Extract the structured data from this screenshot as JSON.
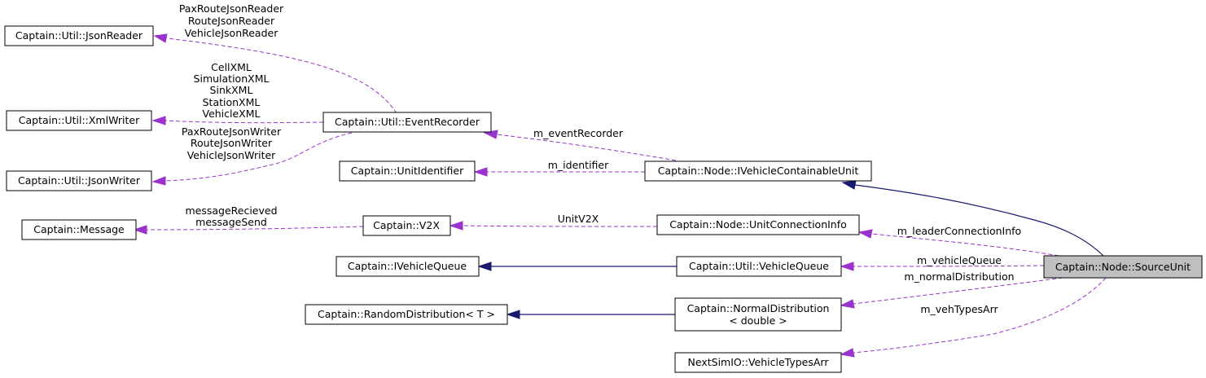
{
  "nodes": {
    "json_reader": "Captain::Util::JsonReader",
    "xml_writer": "Captain::Util::XmlWriter",
    "json_writer": "Captain::Util::JsonWriter",
    "message": "Captain::Message",
    "ivehicle_queue": "Captain::IVehicleQueue",
    "random_distribution": "Captain::RandomDistribution< T >",
    "event_recorder": "Captain::Util::EventRecorder",
    "unit_identifier": "Captain::UnitIdentifier",
    "v2x": "Captain::V2X",
    "ivehicle_containable_unit": "Captain::Node::IVehicleContainableUnit",
    "unit_connection_info": "Captain::Node::UnitConnectionInfo",
    "vehicle_queue": "Captain::Util::VehicleQueue",
    "normal_distribution_line1": "Captain::NormalDistribution",
    "normal_distribution_line2": "< double >",
    "vehicle_types_arr": "NextSimIO::VehicleTypesArr",
    "source_unit": "Captain::Node::SourceUnit"
  },
  "edge_labels": {
    "json_reader": [
      "PaxRouteJsonReader",
      "RouteJsonReader",
      "VehicleJsonReader"
    ],
    "xml_writer": [
      "CellXML",
      "SimulationXML",
      "SinkXML",
      "StationXML",
      "VehicleXML"
    ],
    "json_writer": [
      "PaxRouteJsonWriter",
      "RouteJsonWriter",
      "VehicleJsonWriter"
    ],
    "message": [
      "messageRecieved",
      "messageSend"
    ],
    "event_recorder": "m_eventRecorder",
    "identifier": "m_identifier",
    "v2x": "UnitV2X",
    "leader_connection": "m_leaderConnectionInfo",
    "vehicle_queue": "m_vehicleQueue",
    "normal_distribution": "m_normalDistribution",
    "veh_types_arr": "m_vehTypesArr"
  },
  "colors": {
    "usage_edge": "#9a32cd",
    "inheritance_edge": "#191970",
    "focus_node_fill": "#bfbfbf"
  }
}
